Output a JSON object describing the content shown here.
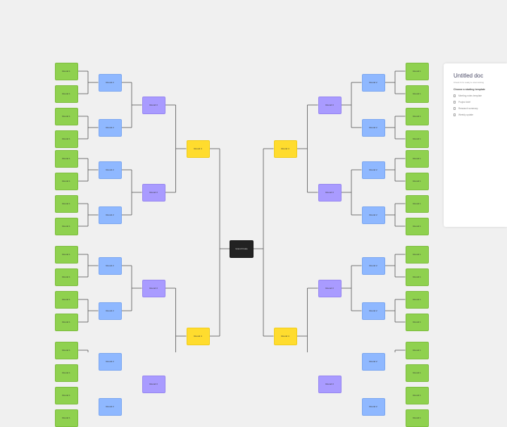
{
  "panel": {
    "title": "Untitled doc",
    "subtitle": "Check if it's ready to start writing",
    "heading": "Choose a starting template",
    "options": [
      {
        "label": "Meeting notes template",
        "icon": "doc-icon"
      },
      {
        "label": "Project brief",
        "icon": "doc-icon"
      },
      {
        "label": "Research summary",
        "icon": "doc-icon"
      },
      {
        "label": "Weekly update",
        "icon": "doc-icon"
      }
    ]
  },
  "bracket": {
    "round1_label": "Round 1",
    "round2_label": "Round 2",
    "round3_label": "Round 3",
    "semifinal_label": "Round 4",
    "final_label": "Grand Finale"
  },
  "colors": {
    "round1": "#8fd14f",
    "round2": "#8fb8ff",
    "round3": "#a99bff",
    "semifinal": "#ffdc2e",
    "final": "#222222",
    "connector": "#555555"
  }
}
